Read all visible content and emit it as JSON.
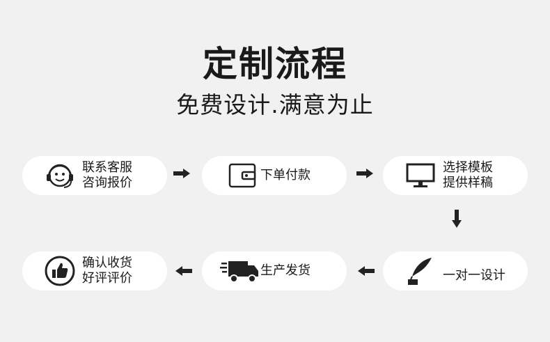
{
  "header": {
    "title": "定制流程",
    "subtitle": "免费设计.满意为止"
  },
  "steps": [
    {
      "icon": "customer-service-headset-icon",
      "line1": "联系客服",
      "line2": "咨询报价"
    },
    {
      "icon": "wallet-icon",
      "line1": "下单付款",
      "line2": ""
    },
    {
      "icon": "monitor-icon",
      "line1": "选择模板",
      "line2": "提供样稿"
    },
    {
      "icon": "quill-pen-ink-icon",
      "line1": "一对一设计",
      "line2": ""
    },
    {
      "icon": "delivery-truck-icon",
      "line1": "生产发货",
      "line2": ""
    },
    {
      "icon": "thumbs-up-icon",
      "line1": "确认收货",
      "line2": "好评评价"
    }
  ]
}
